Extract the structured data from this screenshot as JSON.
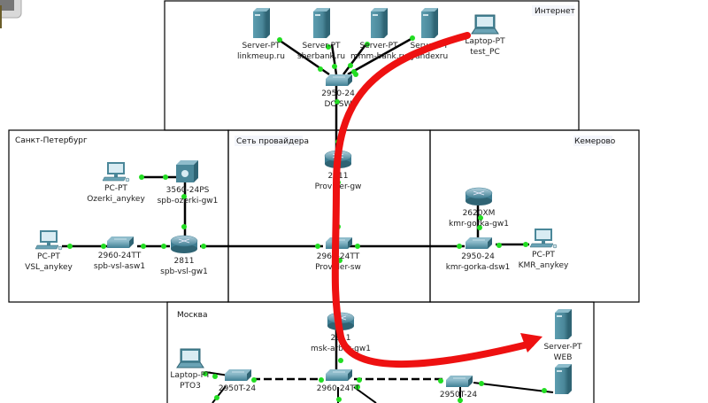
{
  "app": {
    "title": "Packet Tracer topology"
  },
  "areas": [
    {
      "id": "internet",
      "label": "Интернет"
    },
    {
      "id": "spb",
      "label": "Санкт-Петербург"
    },
    {
      "id": "provider",
      "label": "Сеть провайдера"
    },
    {
      "id": "kemerovo",
      "label": "Кемерово"
    },
    {
      "id": "moscow",
      "label": "Москва"
    }
  ],
  "devices": [
    {
      "id": "srv-linkmeup",
      "type": "server",
      "model": "Server-PT",
      "name": "linkmeup.ru"
    },
    {
      "id": "srv-sberbank",
      "type": "server",
      "model": "Server-PT",
      "name": "sberbank.ru"
    },
    {
      "id": "srv-mmm",
      "type": "server",
      "model": "Server-PT",
      "name": "mmm-bank.ru"
    },
    {
      "id": "srv-yandex",
      "type": "server",
      "model": "Server-PT",
      "name": "yandexru"
    },
    {
      "id": "laptop-test",
      "type": "laptop",
      "model": "Laptop-PT",
      "name": "test_PC"
    },
    {
      "id": "sw-dc",
      "type": "switch",
      "model": "2950-24",
      "name": "DC-SW"
    },
    {
      "id": "pc-ozerki",
      "type": "pc",
      "model": "PC-PT",
      "name": "Ozerki_anykey"
    },
    {
      "id": "l3-ozerki",
      "type": "l3switch",
      "model": "3560-24PS",
      "name": "spb-ozerki-gw1"
    },
    {
      "id": "pc-vsl",
      "type": "pc",
      "model": "PC-PT",
      "name": "VSL_anykey"
    },
    {
      "id": "sw-vsl",
      "type": "switch",
      "model": "2960-24TT",
      "name": "spb-vsl-asw1"
    },
    {
      "id": "rt-vsl",
      "type": "router",
      "model": "2811",
      "name": "spb-vsl-gw1"
    },
    {
      "id": "rt-prov",
      "type": "router",
      "model": "2811",
      "name": "Provider-gw"
    },
    {
      "id": "sw-prov",
      "type": "switch",
      "model": "2960-24TT",
      "name": "Provider-sw"
    },
    {
      "id": "rt-kmr",
      "type": "router",
      "model": "2620XM",
      "name": "kmr-gorka-gw1"
    },
    {
      "id": "sw-kmr",
      "type": "switch",
      "model": "2950-24",
      "name": "kmr-gorka-dsw1"
    },
    {
      "id": "pc-kmr",
      "type": "pc",
      "model": "PC-PT",
      "name": "KMR_anykey"
    },
    {
      "id": "rt-msk",
      "type": "router",
      "model": "2811",
      "name": "msk-arbat-gw1"
    },
    {
      "id": "laptop-msk",
      "type": "laptop",
      "model": "Laptop-PT",
      "name": "PTO3"
    },
    {
      "id": "sw-msk-1",
      "type": "switch",
      "model": "2950T-24",
      "name": ""
    },
    {
      "id": "sw-msk-core",
      "type": "switch",
      "model": "2960-24TT",
      "name": ""
    },
    {
      "id": "sw-msk-2",
      "type": "switch",
      "model": "2950T-24",
      "name": ""
    },
    {
      "id": "srv-web",
      "type": "server",
      "model": "Server-PT",
      "name": "WEB"
    },
    {
      "id": "srv-msk-2",
      "type": "server",
      "model": "",
      "name": ""
    }
  ],
  "annotation": {
    "path_color": "#ee1111",
    "description": "traffic path from test_PC to WEB server"
  },
  "colors": {
    "link": "#000000",
    "port_up": "#22dd22",
    "device": "#4d8fa3",
    "frame": "#000000"
  }
}
